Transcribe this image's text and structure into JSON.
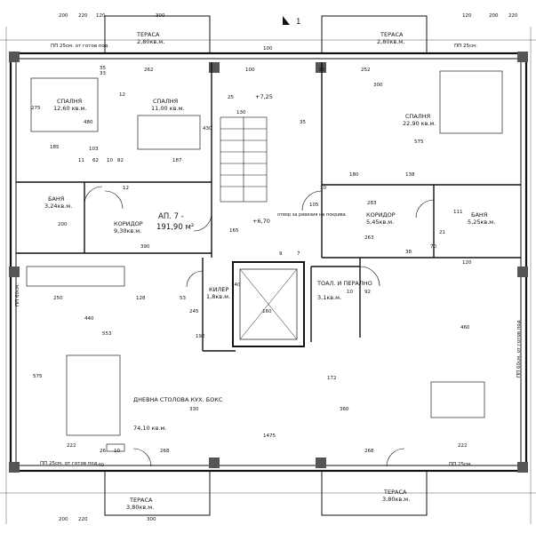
{
  "rooms": [
    {
      "id": "terrace-nw",
      "name": "ТЕРАСА",
      "area": "2,80кв.м."
    },
    {
      "id": "terrace-ne",
      "name": "ТЕРАСА",
      "area": "2,80кв.м."
    },
    {
      "id": "bedroom-1",
      "name": "СПАЛНЯ",
      "area": "12,60 кв.м."
    },
    {
      "id": "bedroom-2",
      "name": "СПАЛНЯ",
      "area": "11,00 кв.м."
    },
    {
      "id": "bedroom-3",
      "name": "СПАЛНЯ",
      "area": "22,90 кв.м."
    },
    {
      "id": "bath-1",
      "name": "БАНЯ",
      "area": "3,24кв.м."
    },
    {
      "id": "corridor-1",
      "name": "КОРИДОР",
      "area": "9,30кв.м."
    },
    {
      "id": "corridor-2",
      "name": "КОРИДОР",
      "area": "5,45кв.м."
    },
    {
      "id": "bath-2",
      "name": "БАНЯ",
      "area": "5,25кв.м."
    },
    {
      "id": "closet",
      "name": "КИЛЕР",
      "area": "1,8кв.м."
    },
    {
      "id": "toilet",
      "name": "ТОАЛ. И ПЕРАЛНО",
      "area": "3,1кв.м."
    },
    {
      "id": "living",
      "name": "ДНЕВНА СТОЛОВА КУХ. БОКС",
      "area": "74,10 кв.м."
    },
    {
      "id": "terrace-sw",
      "name": "ТЕРАСА",
      "area": "3,80кв.м."
    },
    {
      "id": "terrace-se",
      "name": "ТЕРАСА",
      "area": "3,80кв.м."
    }
  ],
  "apartment": {
    "name": "АП. 7 -",
    "area": "191,90 м²"
  },
  "levels": [
    "+7,25",
    "+6,70"
  ],
  "labels": {
    "floor_top_left": "ПП 25см. от готов под",
    "floor_top_right": "ПП 25см.",
    "floor_bottom_left": "ПП 25см. от готов под",
    "floor_bottom_right": "ПП 25см.",
    "floor_left_side": "ПП 60см.",
    "floor_right_side": "ПП 60см. от готов под",
    "revision_opening": "отвор за ревизия на покрива",
    "section_mark": "1"
  },
  "dimensions": [
    "200",
    "220",
    "120",
    "300",
    "100",
    "120",
    "200",
    "220",
    "35",
    "262",
    "33",
    "300",
    "252",
    "33",
    "12",
    "275",
    "480",
    "430",
    "575",
    "185",
    "103",
    "187",
    "11",
    "62",
    "10",
    "82",
    "12",
    "138",
    "10",
    "180",
    "283",
    "105",
    "111",
    "200",
    "390",
    "263",
    "21",
    "70",
    "120",
    "250",
    "128",
    "53",
    "140",
    "160",
    "10",
    "92",
    "440",
    "553",
    "575",
    "330",
    "360",
    "460",
    "222",
    "268",
    "1475",
    "222",
    "268",
    "26",
    "10",
    "40",
    "300",
    "220",
    "200",
    "25",
    "130",
    "100",
    "35",
    "245",
    "192",
    "172",
    "165",
    "38",
    "7",
    "9"
  ]
}
